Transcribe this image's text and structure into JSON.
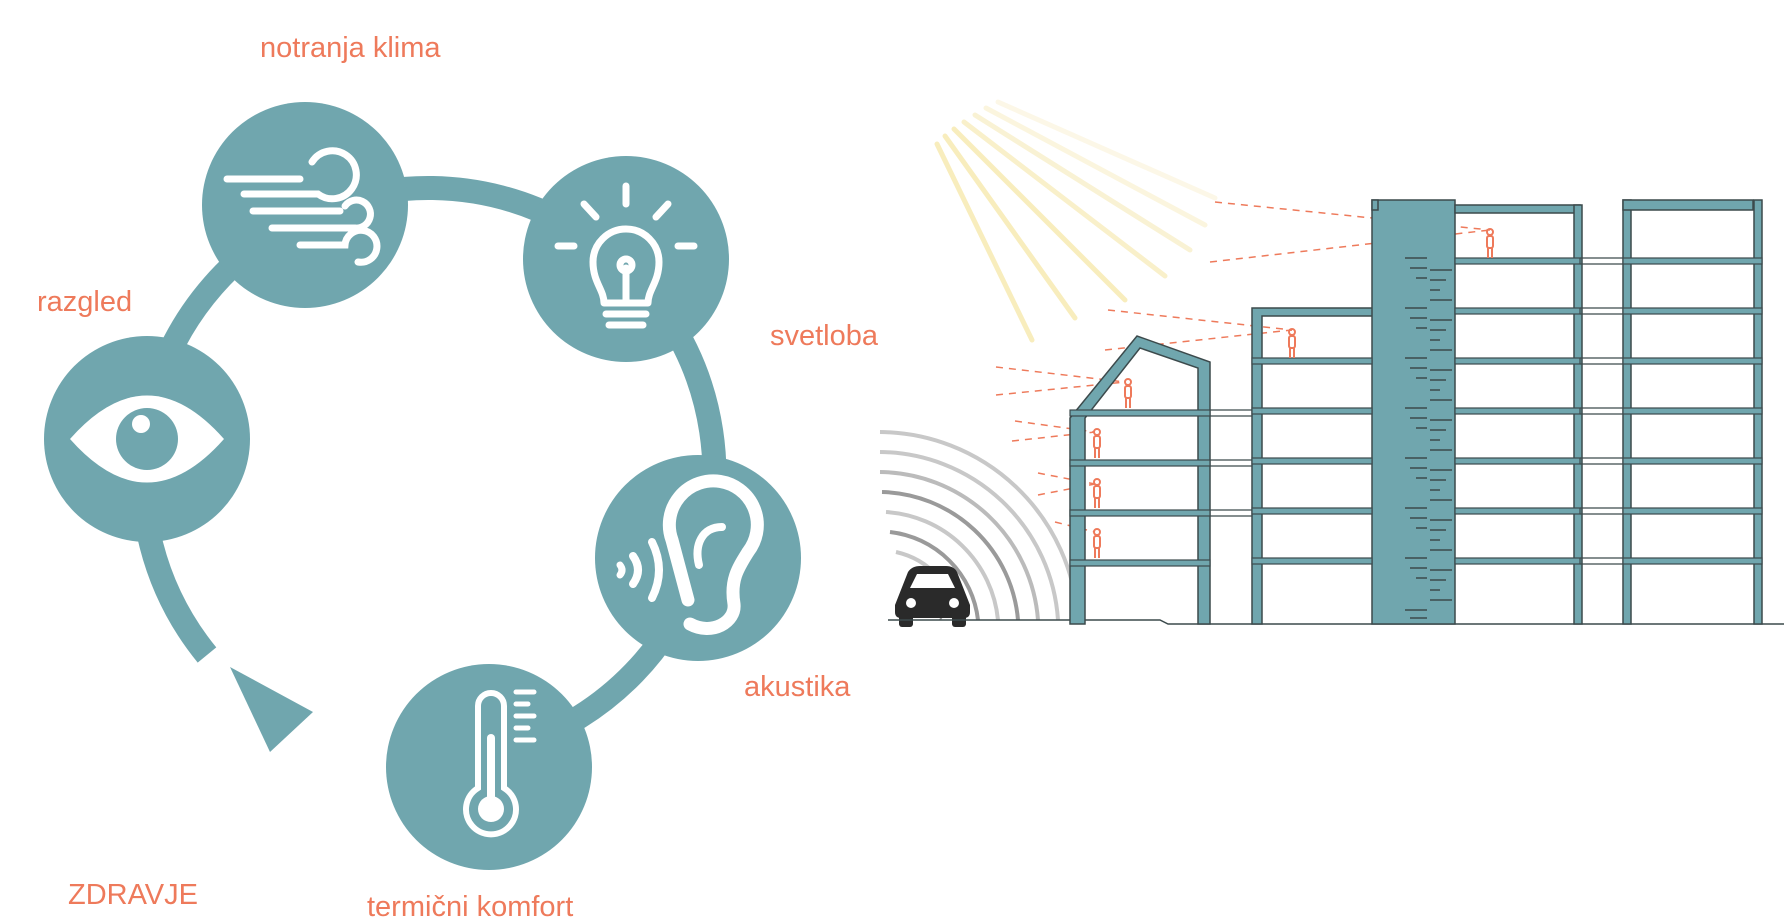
{
  "labels": {
    "indoor_climate": "notranja klima",
    "lighting": "svetloba",
    "view": "razgled",
    "acoustics": "akustika",
    "thermal_comfort": "termični komfort",
    "health": "ZDRAVJE"
  },
  "icons": {
    "indoor_climate": "wind-icon",
    "lighting": "lightbulb-icon",
    "view": "eye-icon",
    "acoustics": "ear-icon",
    "thermal_comfort": "thermometer-icon",
    "traffic": "car-icon",
    "occupant": "person-icon"
  },
  "colors": {
    "teal": "#70a6ae",
    "accent": "#ee7a5b",
    "building_outline": "#3c4a4c",
    "sun": "#f6e7a8",
    "sound": "#9a9a9a"
  }
}
